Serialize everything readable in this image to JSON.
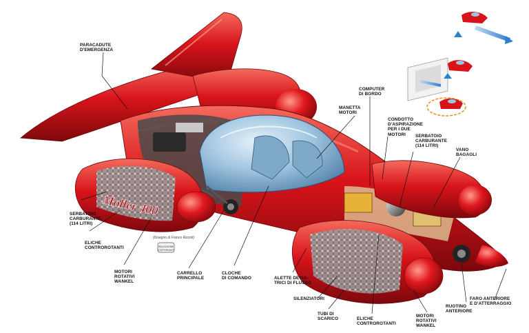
{
  "labels": {
    "paracadute": "PARACADUTE\nD'EMERGENZA",
    "computer": "COMPUTER\nDI BORDO",
    "manetta": "MANETTA\nMOTORI",
    "condotto": "CONDOTTO\nD'ASPIRAZIONE\nPER I DUE\nMOTORI",
    "serbatoio_right": "SERBATOIO\nCARBURANTE\n(114 LITRI)",
    "vano": "VANO\nBAGAGLI",
    "serbatoio_left": "SERBATOIO\nCARBURANTE\n(114 LITRI)",
    "eliche_left": "ELICHE\nCONTROROTANTI",
    "motori_left": "MOTORI\nROTATIVI\nWANKEL",
    "carrello": "CARRELLO\nPRINCIPALE",
    "cloche": "CLOCHE\nDI COMANDO",
    "alette": "ALETTE DEVIA-\nTRICI DI FLUSSO",
    "silenziatori": "SILENZIATORI",
    "tubi": "TUBI DI\nSCARICO",
    "eliche_bottom": "ELICHE\nCONTROROTANTI",
    "motori_bottom": "MOTORI\nROTATIVI\nWANKEL",
    "ruotino": "RUOTINO\nANTERIORE",
    "faro": "FARO ANTERIORE\nE D'ATTERRAGGIO"
  },
  "credit": "(Disegno di Franco Rizzoli)",
  "seal_text": "SELEZIONE\nCOPYRIGHT",
  "nacelle_text": "Moller 400",
  "colors": {
    "body_red": "#d8141a",
    "body_dark": "#8c0a0e",
    "body_light": "#f46a5c",
    "canopy": "#9fc4df",
    "arrow_blue": "#2f7fd0",
    "ground_ring": "#f08a20"
  }
}
